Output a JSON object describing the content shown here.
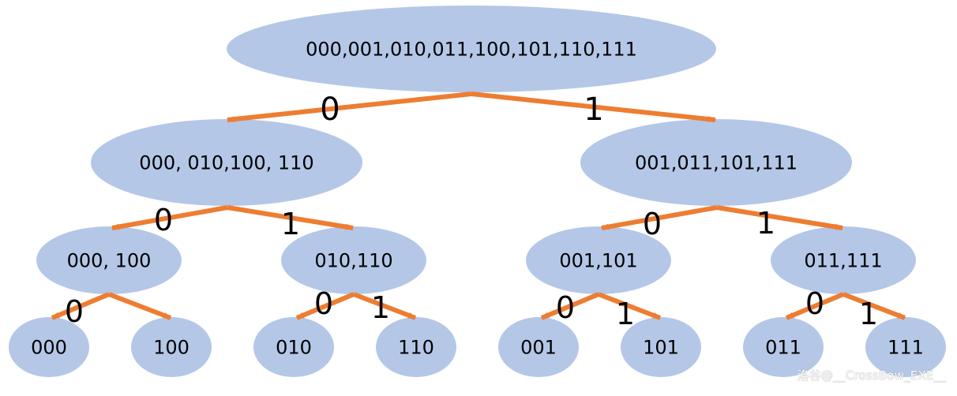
{
  "colors": {
    "node_fill": "#b4c7e7",
    "edge": "#ed7d31",
    "text": "#000000"
  },
  "nodes": [
    {
      "id": "root",
      "label": "000,001,010,011,100,101,110,111"
    },
    {
      "id": "l1-left",
      "label": "000, 010,100, 110"
    },
    {
      "id": "l1-right",
      "label": "001,011,101,111"
    },
    {
      "id": "l2-a",
      "label": "000, 100"
    },
    {
      "id": "l2-b",
      "label": "010,110"
    },
    {
      "id": "l2-c",
      "label": "001,101"
    },
    {
      "id": "l2-d",
      "label": "011,111"
    },
    {
      "id": "leaf-000",
      "label": "000"
    },
    {
      "id": "leaf-100",
      "label": "100"
    },
    {
      "id": "leaf-010",
      "label": "010"
    },
    {
      "id": "leaf-110",
      "label": "110"
    },
    {
      "id": "leaf-001",
      "label": "001"
    },
    {
      "id": "leaf-101",
      "label": "101"
    },
    {
      "id": "leaf-011",
      "label": "011"
    },
    {
      "id": "leaf-111",
      "label": "111"
    }
  ],
  "edges": [
    {
      "from": "root",
      "to": "l1-left",
      "label": "0"
    },
    {
      "from": "root",
      "to": "l1-right",
      "label": "1"
    },
    {
      "from": "l1-left",
      "to": "l2-a",
      "label": "0"
    },
    {
      "from": "l1-left",
      "to": "l2-b",
      "label": "1"
    },
    {
      "from": "l1-right",
      "to": "l2-c",
      "label": "0"
    },
    {
      "from": "l1-right",
      "to": "l2-d",
      "label": "1"
    },
    {
      "from": "l2-a",
      "to": "leaf-000",
      "label": "0"
    },
    {
      "from": "l2-a",
      "to": "leaf-100",
      "label": ""
    },
    {
      "from": "l2-b",
      "to": "leaf-010",
      "label": "0"
    },
    {
      "from": "l2-b",
      "to": "leaf-110",
      "label": "1"
    },
    {
      "from": "l2-c",
      "to": "leaf-001",
      "label": "0"
    },
    {
      "from": "l2-c",
      "to": "leaf-101",
      "label": "1"
    },
    {
      "from": "l2-d",
      "to": "leaf-011",
      "label": "0"
    },
    {
      "from": "l2-d",
      "to": "leaf-111",
      "label": "1"
    }
  ],
  "watermark": "洛谷@__CrossBow_EXE__"
}
